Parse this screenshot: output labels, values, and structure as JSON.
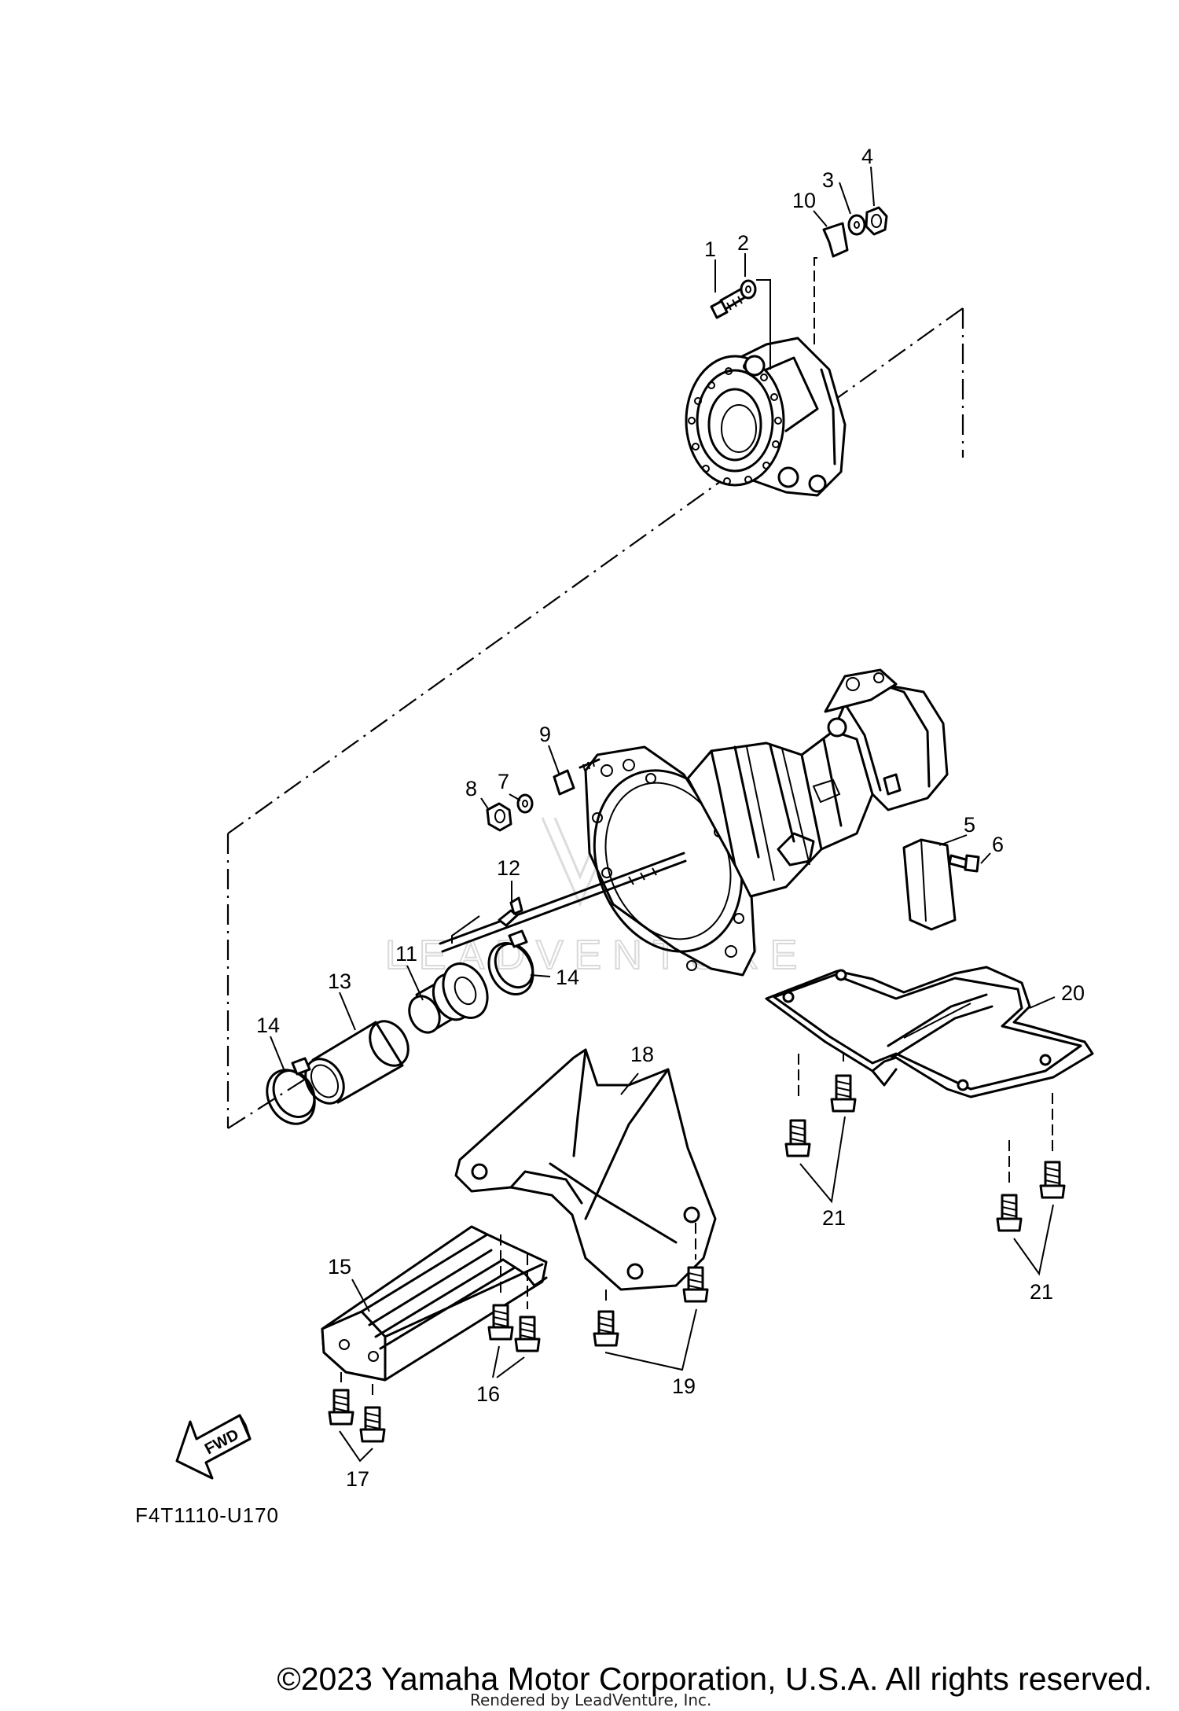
{
  "diagram": {
    "drawing_number": "F4T1110-U170",
    "fwd_label": "FWD",
    "watermark": "LEADVENTURE",
    "callouts": [
      "1",
      "2",
      "3",
      "4",
      "5",
      "6",
      "7",
      "8",
      "9",
      "10",
      "11",
      "12",
      "13",
      "14",
      "14",
      "15",
      "16",
      "17",
      "18",
      "19",
      "20",
      "21",
      "21"
    ]
  },
  "footer": {
    "copyright": "©2023 Yamaha Motor Corporation, U.S.A. All rights reserved.",
    "rendered_by": "Rendered by LeadVenture, Inc."
  }
}
